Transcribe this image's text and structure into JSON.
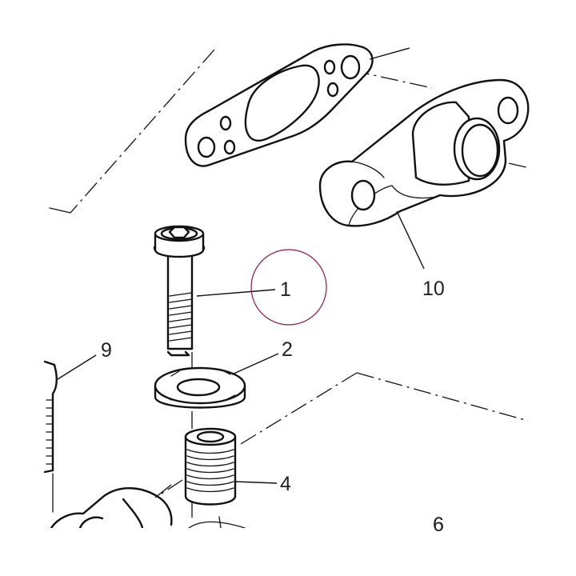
{
  "callouts": {
    "part_1": "1",
    "part_2": "2",
    "part_4": "4",
    "part_6": "6",
    "part_9": "9",
    "part_10": "10"
  },
  "colors": {
    "line": "#111111",
    "highlight_circle": "#8b1a3a",
    "background": "#ffffff"
  }
}
